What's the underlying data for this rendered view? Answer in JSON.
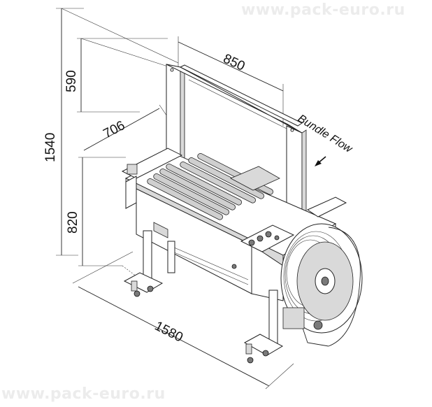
{
  "watermark": {
    "top": "www.pack-euro.ru",
    "bottom": "www.pack-euro.ru"
  },
  "dimensions": {
    "total_height": "1540",
    "arch_height": "590",
    "table_height": "820",
    "arch_width": "850",
    "table_width": "706",
    "length": "1580"
  },
  "flow_label": "Bundle Flow"
}
